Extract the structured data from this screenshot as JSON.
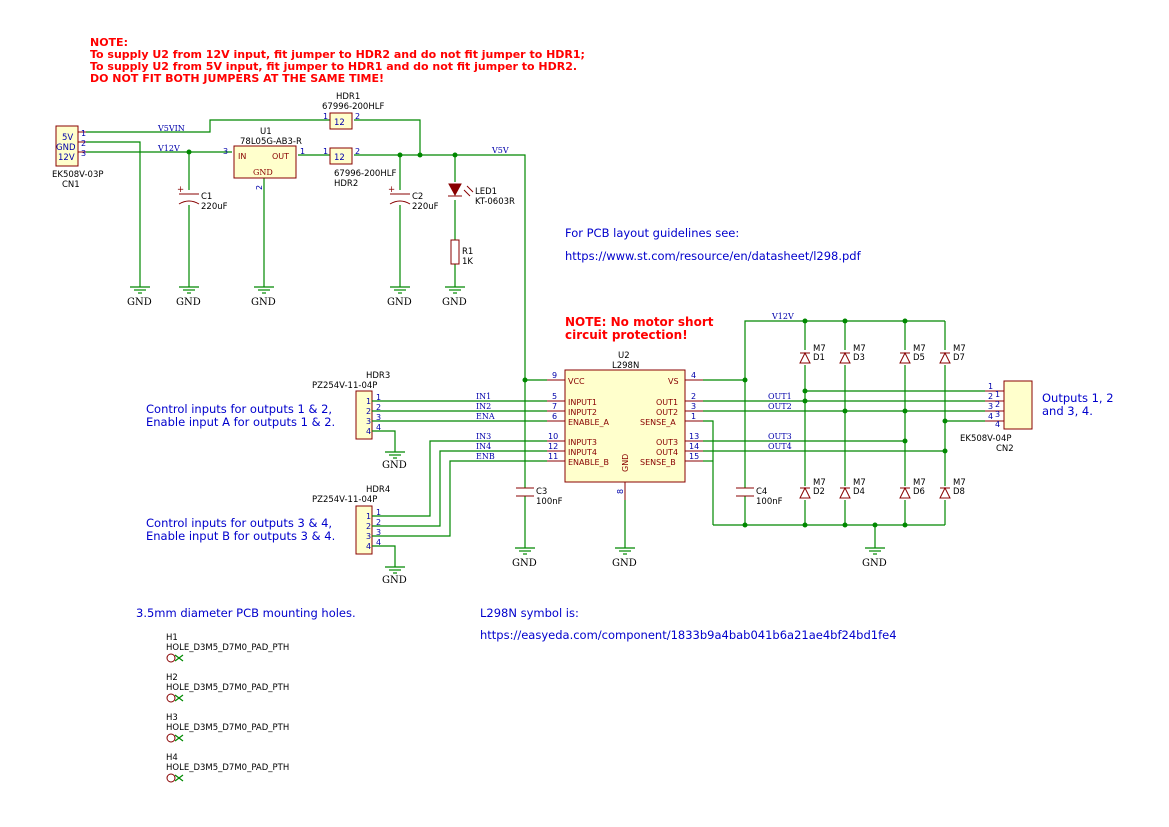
{
  "notes": {
    "jumper": [
      "NOTE:",
      "To supply U2 from 12V input, fit jumper to HDR2 and do not fit jumper to HDR1;",
      "To supply U2 from 5V input, fit jumper to HDR1 and do not fit jumper to HDR2.",
      "DO NOT FIT BOTH JUMPERS AT THE SAME TIME!"
    ],
    "motor": [
      "NOTE: No motor short",
      "circuit protection!"
    ]
  },
  "comments": {
    "pcb_guide": "For PCB layout guidelines see:",
    "pcb_url": "https://www.st.com/resource/en/datasheet/l298.pdf",
    "ctrl_a": [
      "Control inputs for outputs 1 & 2,",
      "Enable input A for outputs 1 & 2."
    ],
    "ctrl_b": [
      "Control inputs for outputs 3 & 4,",
      "Enable input B for outputs 3 & 4."
    ],
    "outputs": [
      "Outputs 1, 2",
      "and 3, 4."
    ],
    "holes": "3.5mm diameter PCB mounting holes.",
    "symbol": "L298N symbol is:",
    "symbol_url": "https://easyeda.com/component/1833b9a4bab041b6a21ae4bf24bd1fe4"
  },
  "nets": {
    "v5vin": "V5VIN",
    "v12v": "V12V",
    "v5v": "V5V",
    "v12v_b": "V12V",
    "in1": "IN1",
    "in2": "IN2",
    "ena": "ENA",
    "in3": "IN3",
    "in4": "IN4",
    "enb": "ENB",
    "out1": "OUT1",
    "out2": "OUT2",
    "out3": "OUT3",
    "out4": "OUT4",
    "gnd": "GND"
  },
  "cn1": {
    "ref": "CN1",
    "value": "EK508V-03P",
    "pins": [
      "5V",
      "GND",
      "12V"
    ],
    "nums": [
      "1",
      "2",
      "3"
    ]
  },
  "cn2": {
    "ref": "CN2",
    "value": "EK508V-04P",
    "nums": [
      "1",
      "2",
      "3",
      "4"
    ]
  },
  "hdr1": {
    "ref": "HDR1",
    "value": "67996-200HLF",
    "p1": "1",
    "p2": "2",
    "inner": "12"
  },
  "hdr2": {
    "ref": "HDR2",
    "value": "67996-200HLF",
    "p1": "1",
    "p2": "2",
    "inner": "12"
  },
  "u1": {
    "ref": "U1",
    "value": "78L05G-AB3-R",
    "in": "IN",
    "out": "OUT",
    "gnd": "GND",
    "p_in": "3",
    "p_out": "1",
    "p_gnd": "2"
  },
  "c1": {
    "ref": "C1",
    "value": "220uF"
  },
  "c2": {
    "ref": "C2",
    "value": "220uF"
  },
  "c3": {
    "ref": "C3",
    "value": "100nF"
  },
  "c4": {
    "ref": "C4",
    "value": "100nF"
  },
  "plus": "+",
  "led1": {
    "ref": "LED1",
    "value": "KT-0603R"
  },
  "r1": {
    "ref": "R1",
    "value": "1K"
  },
  "hdr3": {
    "ref": "HDR3",
    "value": "PZ254V-11-04P",
    "nums": [
      "1",
      "2",
      "3",
      "4"
    ]
  },
  "hdr4": {
    "ref": "HDR4",
    "value": "PZ254V-11-04P",
    "nums": [
      "1",
      "2",
      "3",
      "4"
    ]
  },
  "u2": {
    "ref": "U2",
    "value": "L298N",
    "left": [
      "VCC",
      "INPUT1",
      "INPUT2",
      "ENABLE_A",
      "INPUT3",
      "INPUT4",
      "ENABLE_B"
    ],
    "left_nums": [
      "9",
      "5",
      "7",
      "6",
      "10",
      "12",
      "11"
    ],
    "right": [
      "VS",
      "OUT1",
      "OUT2",
      "SENSE_A",
      "OUT3",
      "OUT4",
      "SENSE_B"
    ],
    "right_nums": [
      "4",
      "2",
      "3",
      "1",
      "13",
      "14",
      "15"
    ],
    "gnd": "GND",
    "gnd_num": "8"
  },
  "diodes": {
    "value": "M7",
    "refs": [
      "D1",
      "D3",
      "D5",
      "D7",
      "D2",
      "D4",
      "D6",
      "D8"
    ]
  },
  "holes": [
    {
      "ref": "H1",
      "value": "HOLE_D3M5_D7M0_PAD_PTH"
    },
    {
      "ref": "H2",
      "value": "HOLE_D3M5_D7M0_PAD_PTH"
    },
    {
      "ref": "H3",
      "value": "HOLE_D3M5_D7M0_PAD_PTH"
    },
    {
      "ref": "H4",
      "value": "HOLE_D3M5_D7M0_PAD_PTH"
    }
  ]
}
